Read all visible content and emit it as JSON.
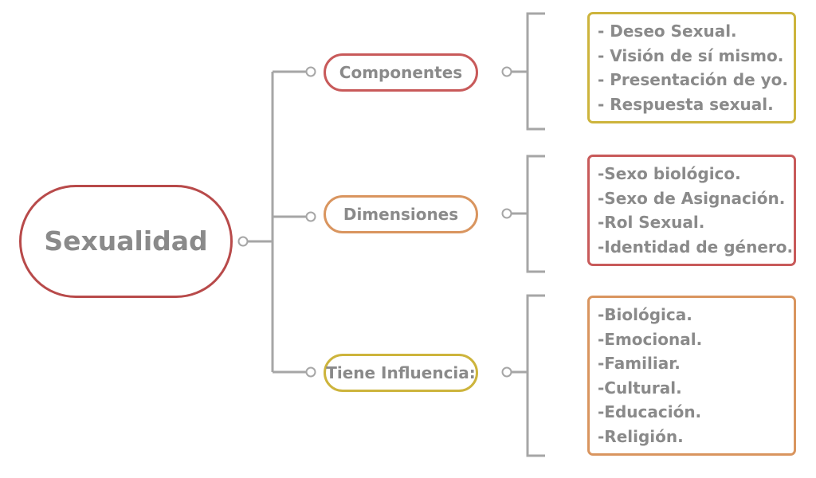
{
  "central": {
    "label": "Sexualidad",
    "color": "#b84a4a"
  },
  "branches": [
    {
      "label": "Componentes",
      "color": "#c85a5a",
      "items": [
        "- Deseo Sexual.",
        "- Visión de sí mismo.",
        "- Presentación de yo.",
        "- Respuesta sexual."
      ],
      "box_color": "#cdb43c"
    },
    {
      "label": "Dimensiones",
      "color": "#d9955f",
      "items": [
        "-Sexo biológico.",
        "-Sexo de Asignación.",
        "-Rol Sexual.",
        "-Identidad de género."
      ],
      "box_color": "#c85a5a"
    },
    {
      "label": "Tiene Influencia:",
      "color": "#cdb43c",
      "items": [
        "-Biológica.",
        "-Emocional.",
        "-Familiar.",
        "-Cultural.",
        "-Educación.",
        "-Religión."
      ],
      "box_color": "#d9955f"
    }
  ],
  "connector_color": "#a6a6a6"
}
